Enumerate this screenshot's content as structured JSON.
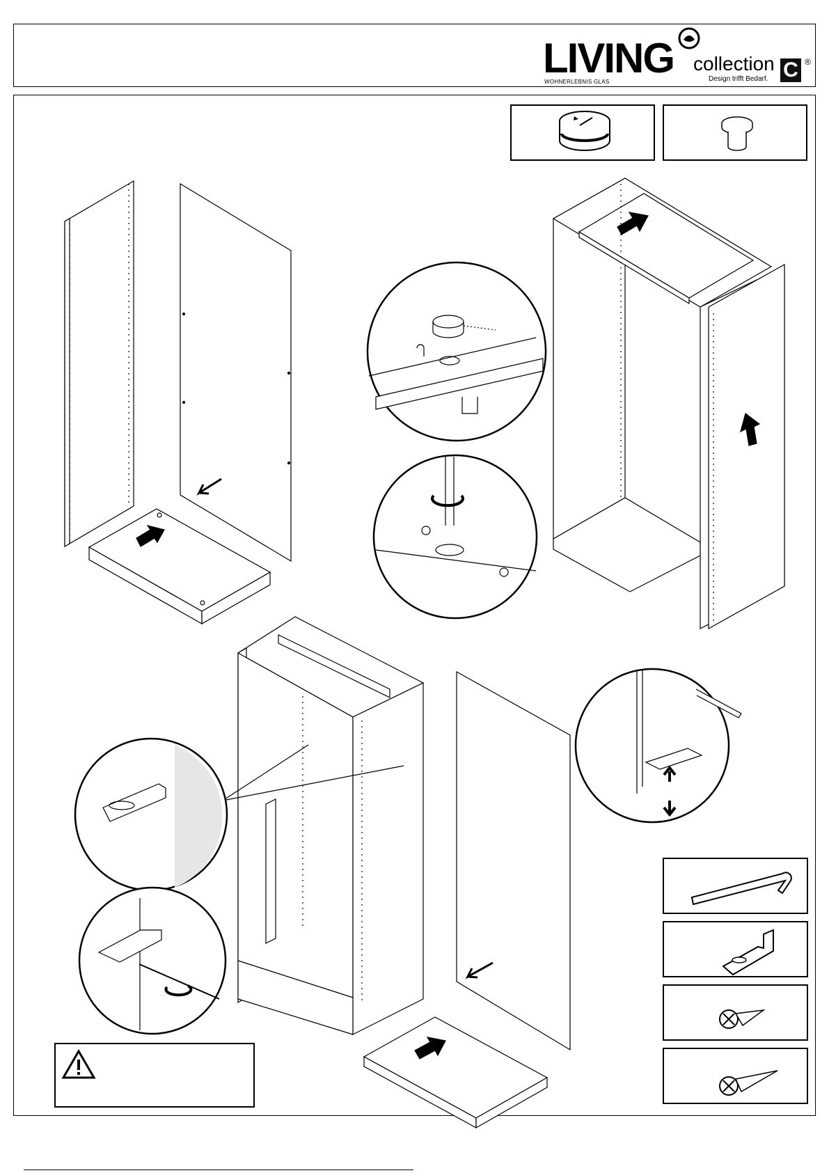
{
  "brand": {
    "name": "LIVING",
    "subtitle": "WOHNERLEBNIS GLAS",
    "collection": "collection",
    "tagline": "Design trifft Bedarf.",
    "badge": "C",
    "registered": "®"
  },
  "icons": {
    "warning": "warning-triangle-icon",
    "cam_lock": "cam-lock-icon",
    "cap": "cover-cap-icon",
    "hex_key": "hex-key-icon",
    "bracket": "wall-bracket-icon",
    "screw_short": "screw-short-icon",
    "screw_long": "screw-long-icon"
  },
  "warning_box": {
    "text": ""
  }
}
